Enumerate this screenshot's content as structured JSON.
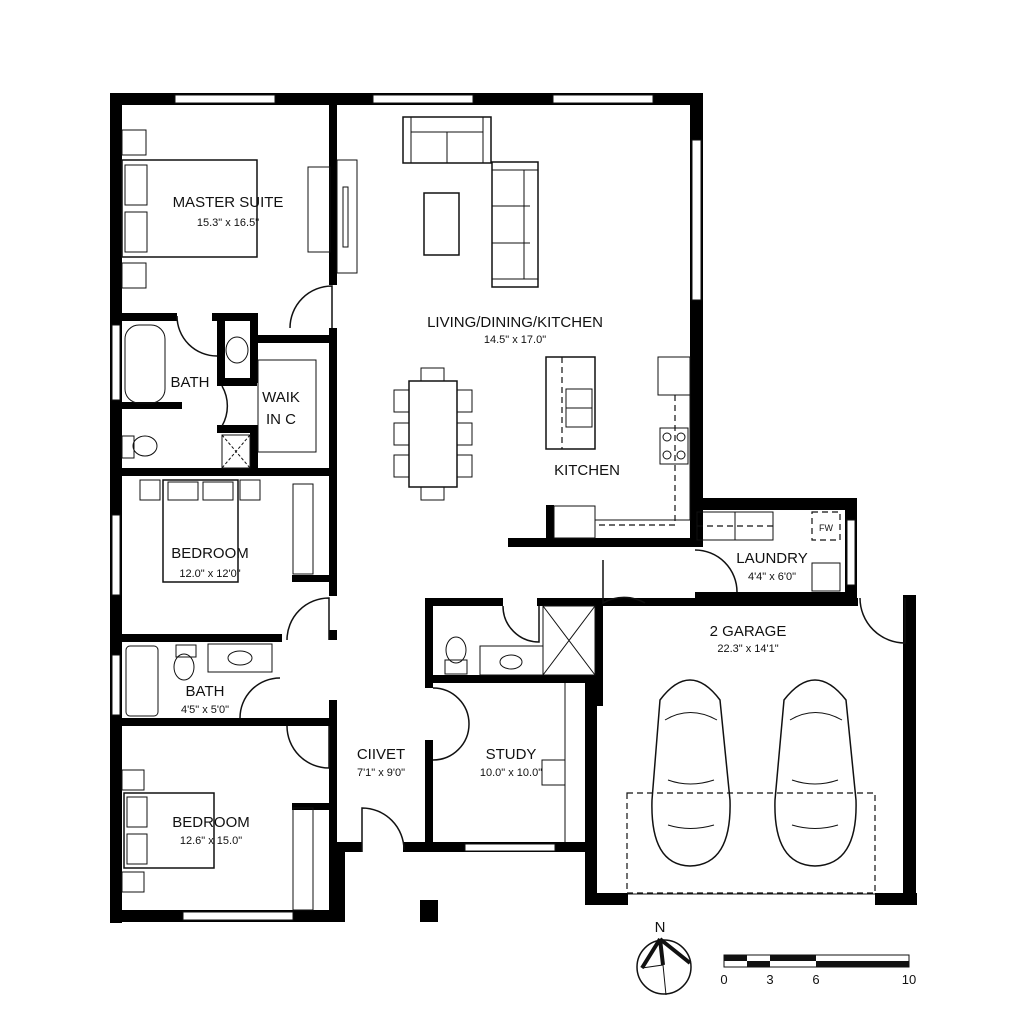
{
  "plan": {
    "rooms": [
      {
        "id": "master-suite",
        "name": "MASTER SUITE",
        "dims": "15.3\" x 16.5\""
      },
      {
        "id": "living",
        "name": "LIVING/DINING/KITCHEN",
        "dims": "14.5\" x 17.0\""
      },
      {
        "id": "kitchen",
        "name": "KITCHEN",
        "dims": ""
      },
      {
        "id": "master-bath",
        "name": "BATH",
        "dims": ""
      },
      {
        "id": "walk-in",
        "name": "WAIK",
        "name2": "IN C",
        "dims": ""
      },
      {
        "id": "bedroom-2",
        "name": "BEDROOM",
        "dims": "12.0\" x 12'0\""
      },
      {
        "id": "bath-2",
        "name": "BATH",
        "dims": "4'5\" x 5'0\""
      },
      {
        "id": "bedroom-3",
        "name": "BEDROOM",
        "dims": "12.6\" x 15.0\""
      },
      {
        "id": "closet",
        "name": "CIIVET",
        "dims": "7'1\" x 9'0\""
      },
      {
        "id": "study",
        "name": "STUDY",
        "dims": "10.0\" x 10.0\""
      },
      {
        "id": "laundry",
        "name": "LAUNDRY",
        "dims": "4'4\" x 6'0\""
      },
      {
        "id": "garage",
        "name": "2 GARAGE",
        "dims": "22.3\" x 14'1\""
      }
    ],
    "appliance_labels": {
      "fw": "FW"
    },
    "compass": {
      "label": "N"
    },
    "scale_bar": {
      "ticks": [
        "0",
        "3",
        "6",
        "10"
      ]
    }
  }
}
